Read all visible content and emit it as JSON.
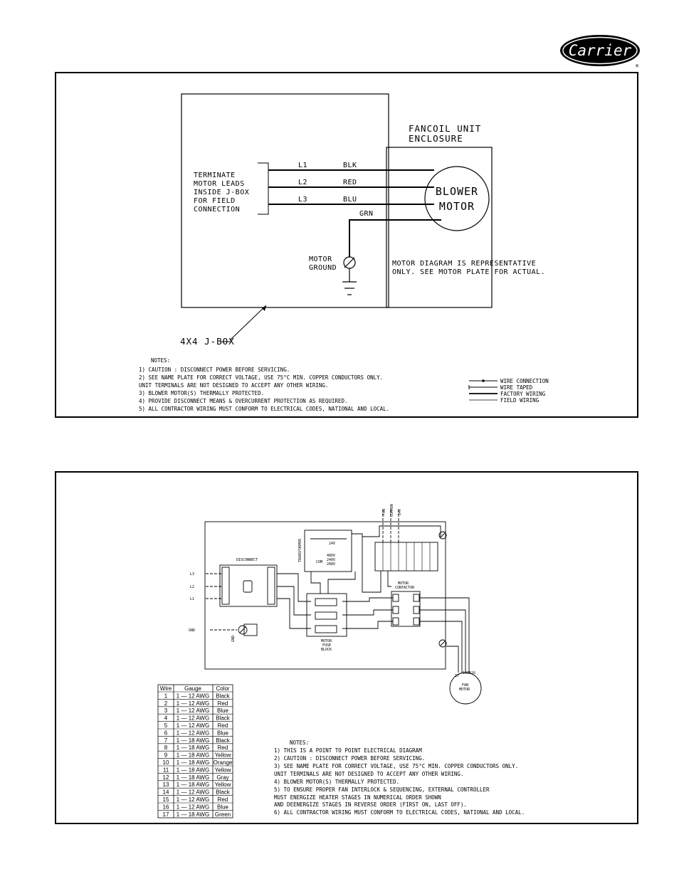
{
  "brand": {
    "logo_text": "Carrier",
    "registered": "®"
  },
  "diagram1": {
    "jbox_label": "4X4 J-BOX",
    "terminate_lines": [
      "TERMINATE",
      "MOTOR LEADS",
      "INSIDE J-BOX",
      "FOR FIELD",
      "CONNECTION"
    ],
    "enclosure_lines": [
      "FANCOIL UNIT",
      "ENCLOSURE"
    ],
    "leads": [
      {
        "line": "L1",
        "color": "BLK"
      },
      {
        "line": "L2",
        "color": "RED"
      },
      {
        "line": "L3",
        "color": "BLU"
      }
    ],
    "ground_color": "GRN",
    "motor_lines": [
      "BLOWER",
      "MOTOR"
    ],
    "motor_ground_lines": [
      "MOTOR",
      "GROUND"
    ],
    "representative_lines": [
      "MOTOR DIAGRAM IS REPRESENTATIVE",
      "ONLY.  SEE MOTOR PLATE FOR ACTUAL."
    ],
    "notes_title": "NOTES:",
    "notes": [
      "1)  CAUTION : DISCONNECT POWER BEFORE SERVICING.",
      "2)  SEE NAME PLATE FOR CORRECT VOLTAGE, USE  75°C MIN. COPPER CONDUCTORS ONLY.",
      "      UNIT TERMINALS ARE NOT DESIGNED TO ACCEPT ANY OTHER WIRING.",
      "3)  BLOWER MOTOR(S) THERMALLY PROTECTED.",
      "4)  PROVIDE DISCONNECT MEANS & OVERCURRENT PROTECTION AS REQUIRED.",
      "5)  ALL CONTRACTOR WIRING MUST CONFORM TO ELECTRICAL CODES, NATIONAL AND LOCAL."
    ],
    "legend": [
      "WIRE CONNECTION",
      "WIRE TAPED",
      "FACTORY WIRING",
      "FIELD WIRING"
    ]
  },
  "diagram2": {
    "top_terminals": [
      "FAN",
      "COMMON",
      "24V"
    ],
    "transformer_label": "TRANSFORMER",
    "transformer_24v": "24V",
    "transformer_voltages": [
      "480V",
      "240V",
      "208V"
    ],
    "transformer_com": "COM",
    "disconnect_label": "DISCONNECT",
    "line_labels": [
      "L3",
      "L2",
      "L1"
    ],
    "gnd_label": "GND",
    "gnd_vertical": "GND",
    "fuse_block_lines": [
      "MOTOR",
      "FUSE",
      "BLOCK"
    ],
    "contactor_lines": [
      "MOTOR",
      "CONTACTOR"
    ],
    "fan_motor_lines": [
      "FAN",
      "MOTOR"
    ],
    "motor_wire_numbers": [
      "17",
      "14",
      "15",
      "16"
    ],
    "wire_table": {
      "headers": [
        "Wire",
        "Gauge",
        "Color"
      ],
      "rows": [
        [
          "1",
          "1 — 12 AWG",
          "Black"
        ],
        [
          "2",
          "1 — 12 AWG",
          "Red"
        ],
        [
          "3",
          "1 — 12 AWG",
          "Blue"
        ],
        [
          "4",
          "1 — 12 AWG",
          "Black"
        ],
        [
          "5",
          "1 — 12 AWG",
          "Red"
        ],
        [
          "6",
          "1 — 12 AWG",
          "Blue"
        ],
        [
          "7",
          "1 — 18 AWG",
          "Black"
        ],
        [
          "8",
          "1 — 18 AWG",
          "Red"
        ],
        [
          "9",
          "1 — 18 AWG",
          "Yellow"
        ],
        [
          "10",
          "1 — 18 AWG",
          "Orange"
        ],
        [
          "11",
          "1 — 18 AWG",
          "Yellow"
        ],
        [
          "12",
          "1 — 18 AWG",
          "Gray"
        ],
        [
          "13",
          "1 — 18 AWG",
          "Yellow"
        ],
        [
          "14",
          "1 — 12 AWG",
          "Black"
        ],
        [
          "15",
          "1 — 12 AWG",
          "Red"
        ],
        [
          "16",
          "1 — 12 AWG",
          "Blue"
        ],
        [
          "17",
          "1 — 18 AWG",
          "Green"
        ]
      ]
    },
    "notes_title": "NOTES:",
    "notes": [
      "1)  THIS IS A POINT TO POINT ELECTRICAL DIAGRAM",
      "2)  CAUTION : DISCONNECT POWER BEFORE SERVICING.",
      "3)  SEE NAME PLATE FOR CORRECT VOLTAGE, USE  75°C MIN. COPPER CONDUCTORS ONLY.",
      "      UNIT TERMINALS ARE NOT DESIGNED TO ACCEPT ANY OTHER WIRING.",
      "4)  BLOWER MOTOR(S) THERMALLY PROTECTED.",
      "5)  TO ENSURE PROPER FAN INTERLOCK & SEQUENCING, EXTERNAL CONTROLLER",
      "      MUST ENERGIZE HEATER STAGES IN NUMERICAL ORDER SHOWN",
      "      AND DEENERGIZE STAGES IN REVERSE ORDER (FIRST ON, LAST OFF).",
      "6)  ALL CONTRACTOR WIRING MUST CONFORM TO ELECTRICAL CODES, NATIONAL AND LOCAL."
    ]
  }
}
